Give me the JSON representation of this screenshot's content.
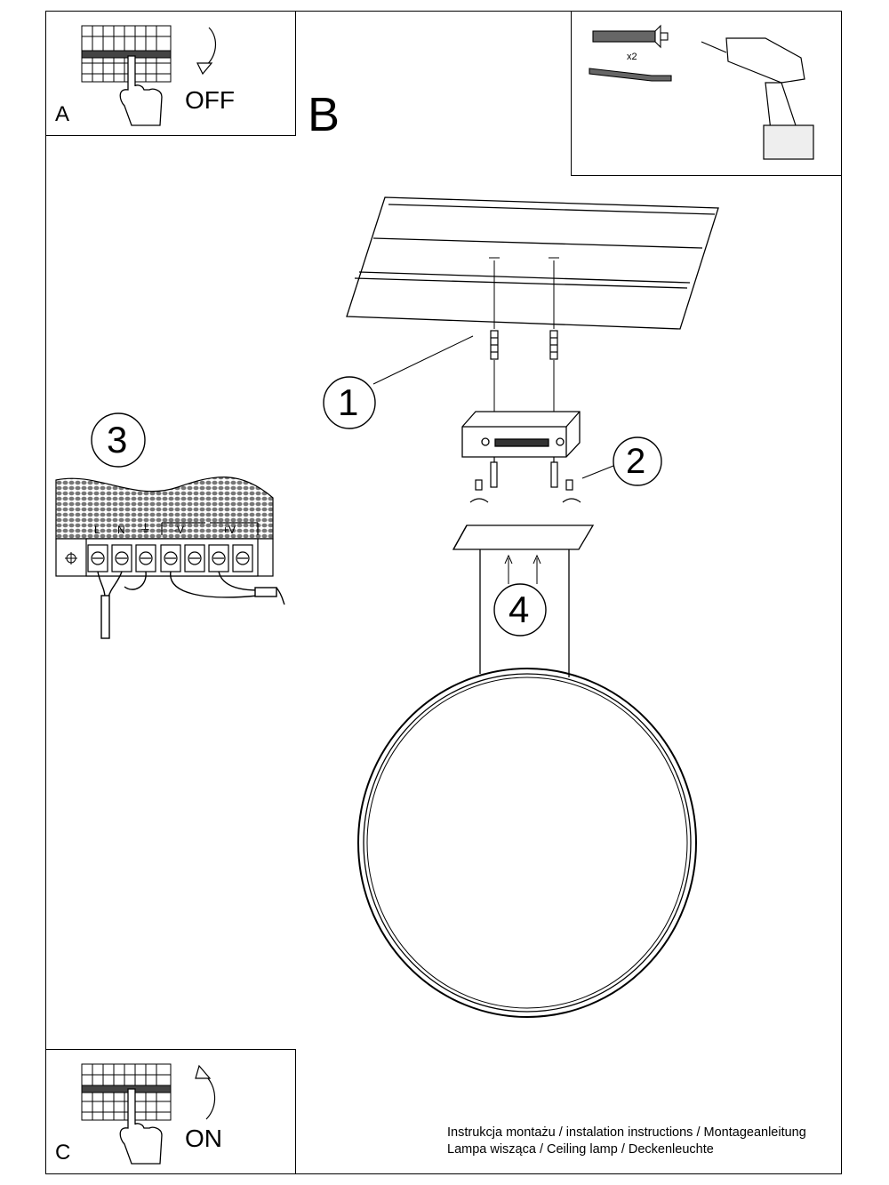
{
  "steps": {
    "a": {
      "letter": "A",
      "state": "OFF"
    },
    "b": {
      "letter": "B"
    },
    "c": {
      "letter": "C",
      "state": "ON"
    }
  },
  "tools": {
    "anchor_count": "x2"
  },
  "callouts": [
    "1",
    "2",
    "3",
    "4"
  ],
  "terminal_labels": [
    "L",
    "N",
    "⏚",
    "-V",
    "+V"
  ],
  "footer": {
    "line1": "Instrukcja montażu / instalation instructions / Montageanleitung",
    "line2": "Lampa wisząca / Ceiling lamp / Deckenleuchte"
  }
}
